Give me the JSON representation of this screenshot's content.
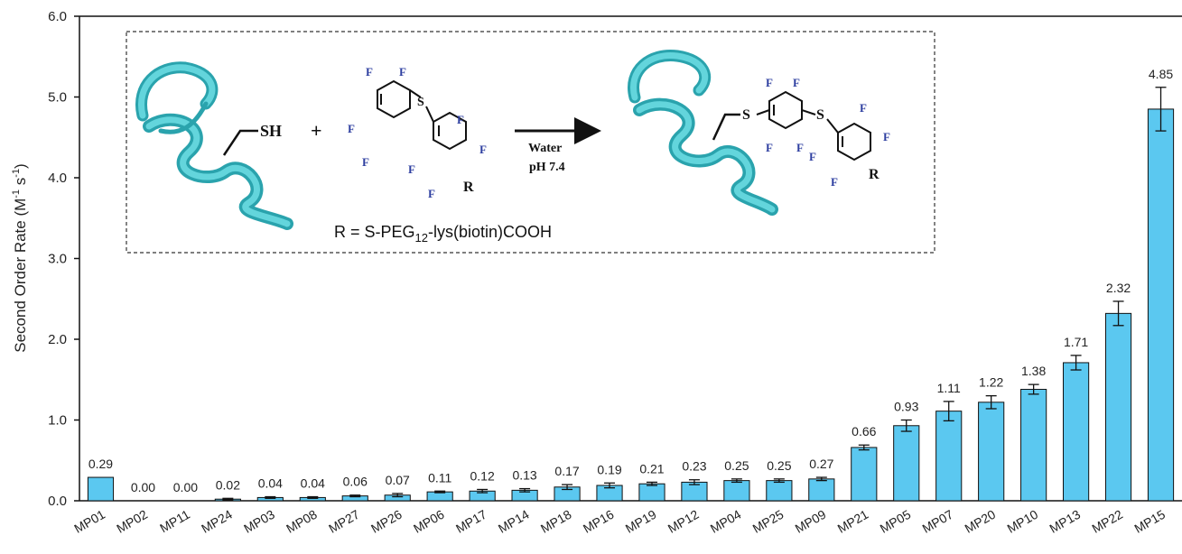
{
  "chart_data": {
    "type": "bar",
    "title": "",
    "xlabel": "",
    "ylabel": "Second Order Rate (M⁻¹ s⁻¹)",
    "ylabel_parts": {
      "main": "Second Order Rate (M",
      "exp1": "-1",
      "mid": " s",
      "exp2": "-1",
      "end": ")"
    },
    "ylim": [
      0,
      6.0
    ],
    "yticks": [
      "0.0",
      "1.0",
      "2.0",
      "3.0",
      "4.0",
      "5.0",
      "6.0"
    ],
    "grid": false,
    "bar_color": "#5bc8f0",
    "categories": [
      "MP01",
      "MP02",
      "MP11",
      "MP24",
      "MP03",
      "MP08",
      "MP27",
      "MP26",
      "MP06",
      "MP17",
      "MP14",
      "MP18",
      "MP16",
      "MP19",
      "MP12",
      "MP04",
      "MP25",
      "MP09",
      "MP21",
      "MP05",
      "MP07",
      "MP20",
      "MP10",
      "MP13",
      "MP22",
      "MP15"
    ],
    "values": [
      0.29,
      0.0,
      0.0,
      0.02,
      0.04,
      0.04,
      0.06,
      0.07,
      0.11,
      0.12,
      0.13,
      0.17,
      0.19,
      0.21,
      0.23,
      0.25,
      0.25,
      0.27,
      0.66,
      0.93,
      1.11,
      1.22,
      1.38,
      1.71,
      2.32,
      4.85
    ],
    "labels": [
      "0.29",
      "0.00",
      "0.00",
      "0.02",
      "0.04",
      "0.04",
      "0.06",
      "0.07",
      "0.11",
      "0.12",
      "0.13",
      "0.17",
      "0.19",
      "0.21",
      "0.23",
      "0.25",
      "0.25",
      "0.27",
      "0.66",
      "0.93",
      "1.11",
      "1.22",
      "1.38",
      "1.71",
      "2.32",
      "4.85"
    ],
    "errors": [
      0,
      0,
      0,
      0.01,
      0.01,
      0.01,
      0.01,
      0.02,
      0.01,
      0.02,
      0.02,
      0.03,
      0.03,
      0.02,
      0.03,
      0.02,
      0.02,
      0.02,
      0.03,
      0.07,
      0.12,
      0.08,
      0.06,
      0.09,
      0.15,
      0.27
    ]
  },
  "inset": {
    "thiol": "SH",
    "plus": "+",
    "reagent_atom_s": "S",
    "fluorine": "F",
    "r_group": "R",
    "condition_1": "Water",
    "condition_2": "pH 7.4",
    "product_atom_s": "S",
    "r_definition": {
      "prefix": "R = S-PEG",
      "sub": "12",
      "suffix": "-lys(biotin)COOH"
    }
  }
}
